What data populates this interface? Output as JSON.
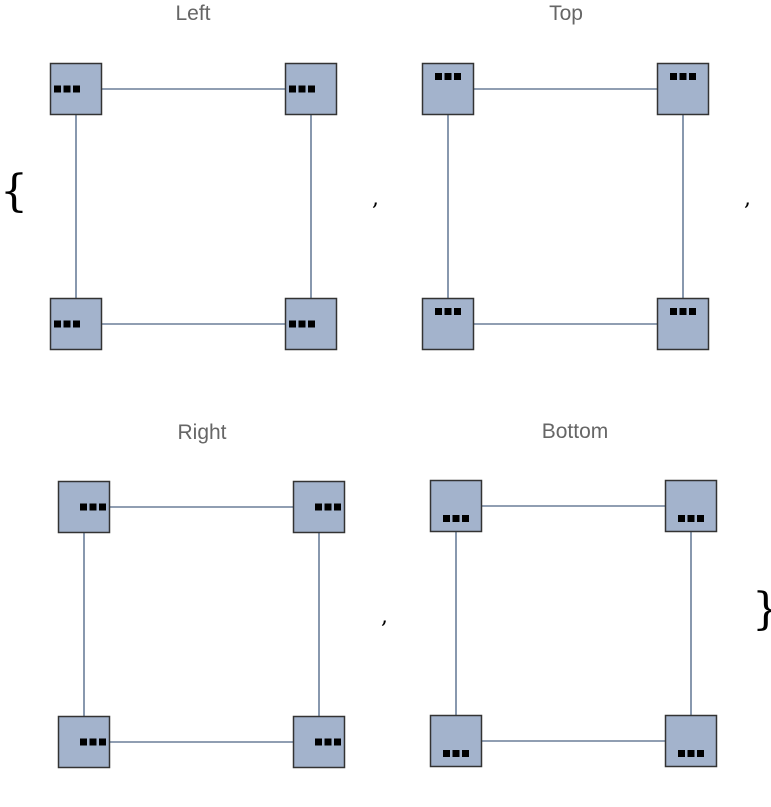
{
  "list": {
    "open_brace": "{",
    "close_brace": "}",
    "separator": ","
  },
  "panels": [
    {
      "title": "Left",
      "dots_align": "left"
    },
    {
      "title": "Top",
      "dots_align": "top"
    },
    {
      "title": "Right",
      "dots_align": "right"
    },
    {
      "title": "Bottom",
      "dots_align": "bottom"
    }
  ],
  "style": {
    "node_fill": "#a3b3cc",
    "node_stroke": "#333333",
    "edge_color": "#6b7f99",
    "label_color": "#000000"
  }
}
